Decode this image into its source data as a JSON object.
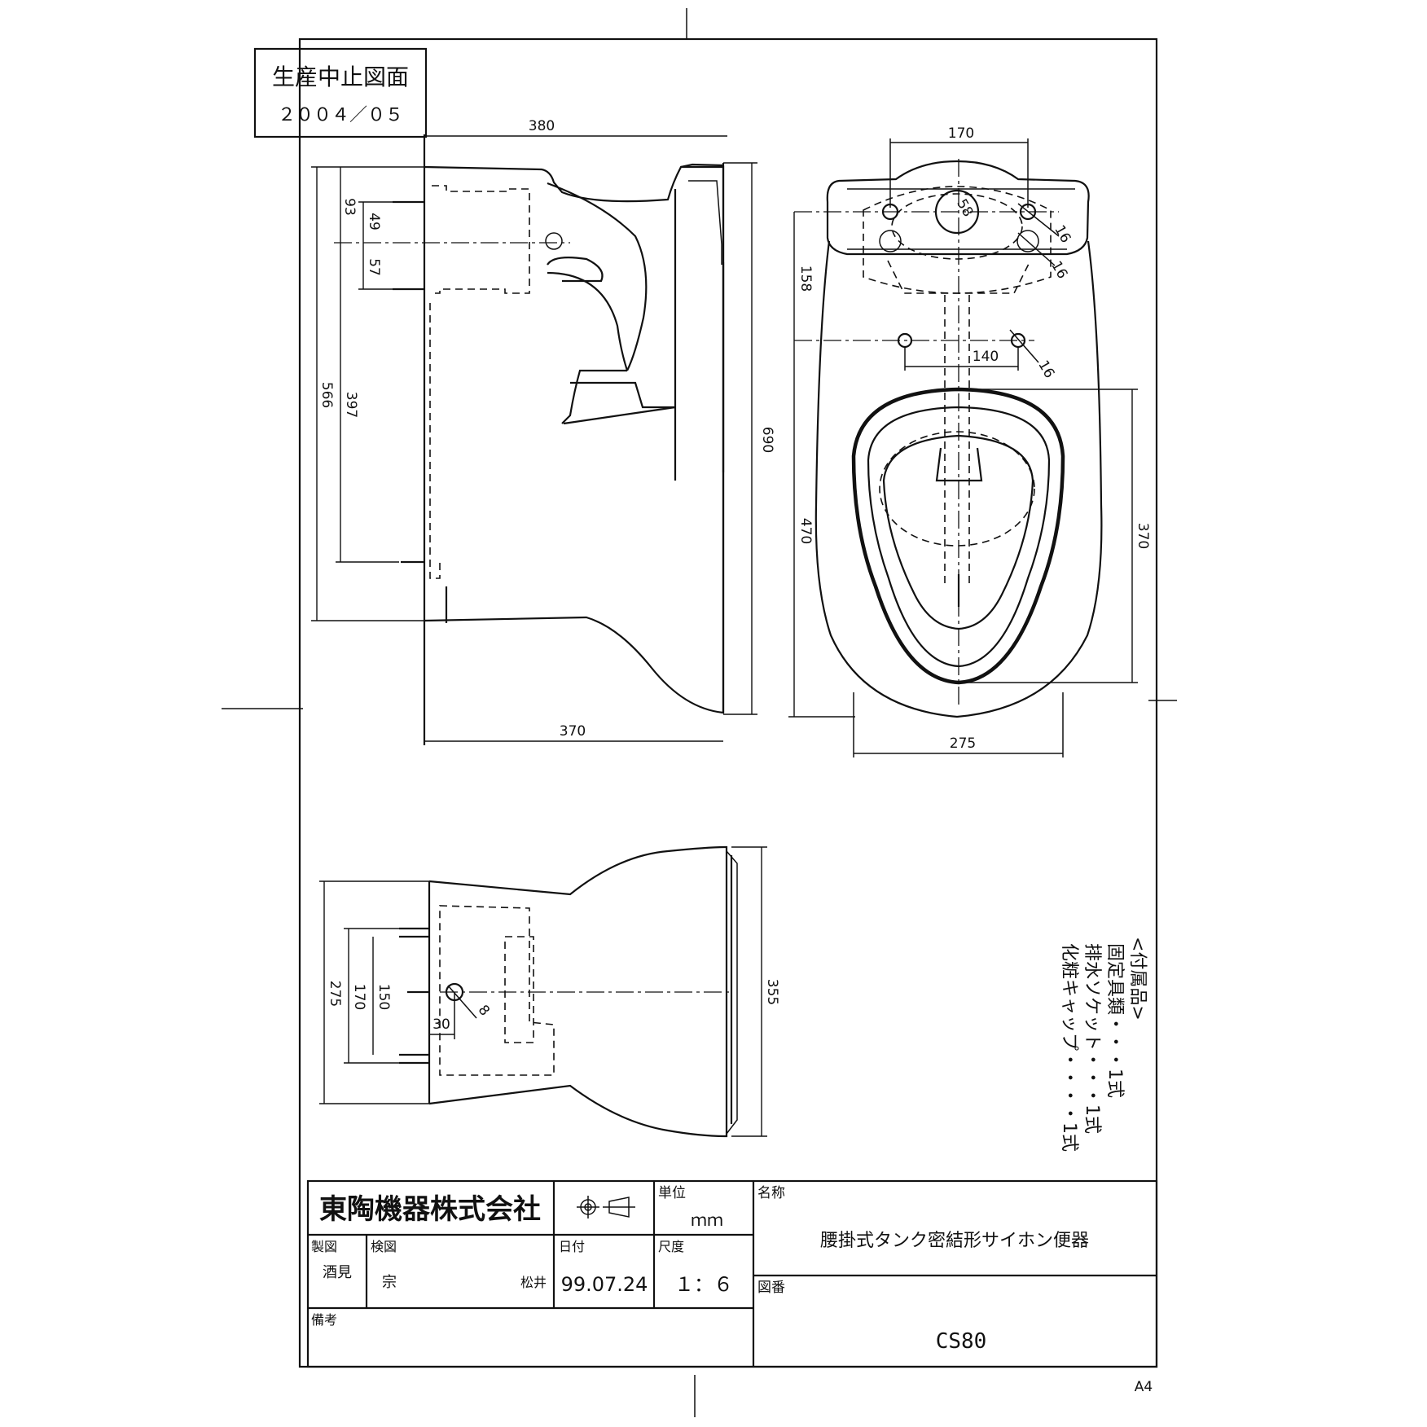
{
  "stamp": {
    "line1": "生産中止図面",
    "line2": "２００４／０５"
  },
  "side_view": {
    "dims": {
      "top_width": "380",
      "bottom_width": "370",
      "height": "690",
      "d566": "566",
      "d397": "397",
      "d93": "93",
      "d49": "49",
      "d57": "57"
    }
  },
  "top_view": {
    "dims": {
      "d170": "170",
      "d16a": "16",
      "d16b": "16",
      "d16c": "16",
      "d158": "158",
      "d140": "140",
      "d470": "470",
      "d370": "370",
      "d275": "275",
      "d58": "58"
    }
  },
  "bottom_view": {
    "dims": {
      "d275": "275",
      "d170": "170",
      "d150": "150",
      "d30": "30",
      "d8": "8",
      "d355": "355"
    }
  },
  "accessories": {
    "heading": "<付属品>",
    "lines": [
      "固定具類・・・1式",
      "排水ソケット・・・1式",
      "化粧キャップ・・・・1式"
    ]
  },
  "title_block": {
    "company": "東陶機器株式会社",
    "unit_label": "単位",
    "unit_value": "ｍｍ",
    "name_label": "名称",
    "name_value": "腰掛式タンク密結形サイホン便器",
    "drawn_label": "製図",
    "drawn_value": "酒見",
    "checked_label": "検図",
    "checked_value": "宗",
    "approver": "松井",
    "date_label": "日付",
    "date_value": "99.07.24",
    "scale_label": "尺度",
    "scale_value": "１：６",
    "drawing_no_label": "図番",
    "drawing_no_value": "CS80",
    "remarks_label": "備考"
  },
  "paper_size": "A4"
}
